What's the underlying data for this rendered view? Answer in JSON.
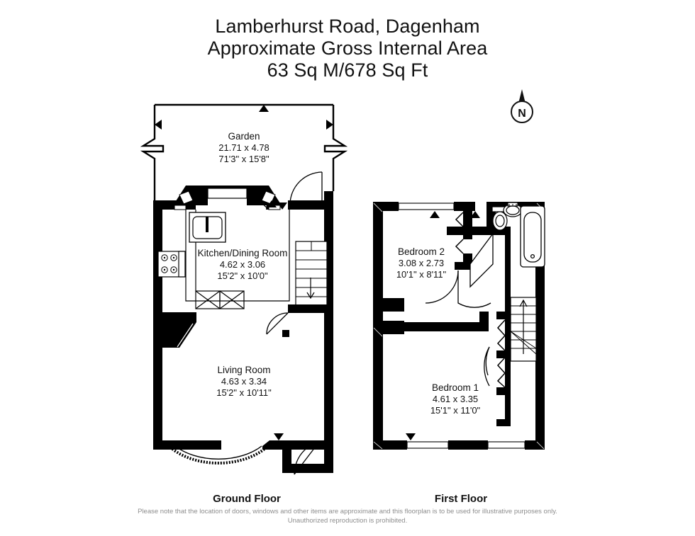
{
  "header": {
    "line1": "Lamberhurst Road, Dagenham",
    "line2": "Approximate Gross Internal Area",
    "line3": "63 Sq M/678 Sq Ft"
  },
  "compass": {
    "label": "N",
    "icon": "compass-north-icon"
  },
  "floors": [
    {
      "id": "ground",
      "label": "Ground Floor",
      "rooms": [
        {
          "name": "Garden",
          "metric": "21.71 x 4.78",
          "imperial": "71'3\" x 15'8\""
        },
        {
          "name": "Kitchen/Dining Room",
          "metric": "4.62 x 3.06",
          "imperial": "15'2\" x 10'0\""
        },
        {
          "name": "Living Room",
          "metric": "4.63 x 3.34",
          "imperial": "15'2\" x 10'11\""
        }
      ]
    },
    {
      "id": "first",
      "label": "First Floor",
      "rooms": [
        {
          "name": "Bedroom 2",
          "metric": "3.08 x 2.73",
          "imperial": "10'1\" x 8'11\""
        },
        {
          "name": "Bedroom 1",
          "metric": "4.61 x 3.35",
          "imperial": "15'1\" x 11'0\""
        }
      ]
    }
  ],
  "fixtures": {
    "sink": "kitchen-sink-icon",
    "hob": "cooker-hob-icon",
    "toilet": "toilet-icon",
    "basin": "wash-basin-icon",
    "bath": "bathtub-icon",
    "stairs_down": "stairs-down-icon",
    "stairs_up": "stairs-up-icon"
  },
  "disclaimer": {
    "line1": "Please note that the location of doors, windows and other items are approximate and this floorplan is to be used for illustrative",
    "line2": "purposes only. Unauthorized reproduction is prohibited."
  },
  "colors": {
    "wall": "#000000",
    "background": "#ffffff",
    "text": "#111111",
    "disclaimer": "#8d8d8d"
  }
}
